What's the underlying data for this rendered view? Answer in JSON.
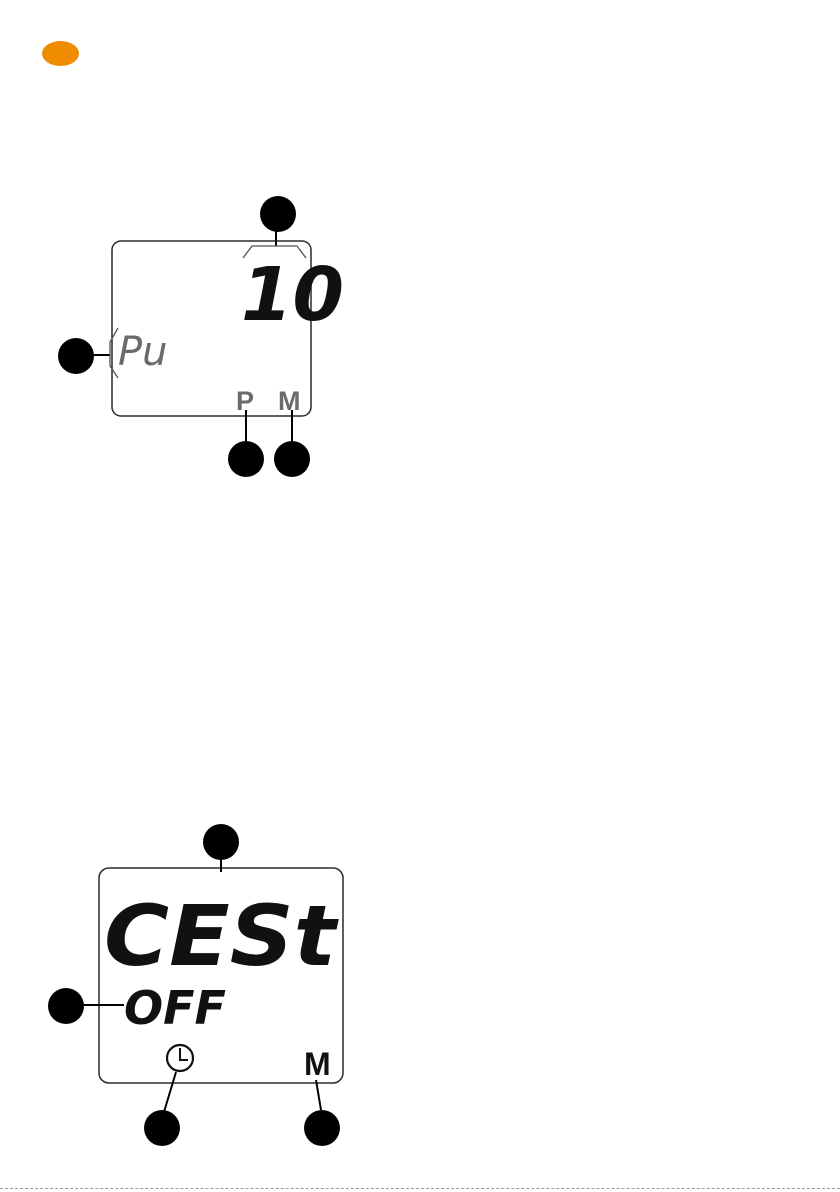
{
  "badge": {
    "color": "#f08c00"
  },
  "display1": {
    "value": "10",
    "mode_text": "Pu",
    "indicator_p": "P",
    "indicator_m": "M"
  },
  "display2": {
    "main_text": "CESt",
    "sub_text": "OFF",
    "clock_icon": "clock-icon",
    "indicator_m": "M"
  }
}
